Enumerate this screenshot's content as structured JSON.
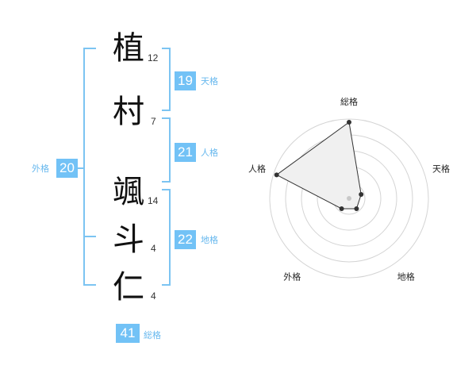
{
  "name": {
    "chars": [
      {
        "char": "植",
        "strokes": "12"
      },
      {
        "char": "村",
        "strokes": "7"
      },
      {
        "char": "颯",
        "strokes": "14"
      },
      {
        "char": "斗",
        "strokes": "4"
      },
      {
        "char": "仁",
        "strokes": "4"
      }
    ]
  },
  "kakusu": {
    "tenkaku": {
      "value": "19",
      "label": "天格"
    },
    "jinkaku": {
      "value": "21",
      "label": "人格"
    },
    "chikaku": {
      "value": "22",
      "label": "地格"
    },
    "gaikaku": {
      "value": "20",
      "label": "外格"
    },
    "soukaku": {
      "value": "41",
      "label": "総格"
    }
  },
  "colors": {
    "accent": "#72c2f6",
    "bracket": "#7cc4f2",
    "label": "#67b8ee",
    "radar_fill": "#f0f0f0",
    "radar_line": "#333333",
    "grid": "#d4d4d4"
  },
  "chart_data": {
    "type": "radar",
    "axes": [
      "総格",
      "天格",
      "地格",
      "外格",
      "人格"
    ],
    "values": [
      5,
      1,
      1,
      1,
      5
    ],
    "range": [
      0,
      5
    ],
    "rings": 5,
    "grid": true
  }
}
